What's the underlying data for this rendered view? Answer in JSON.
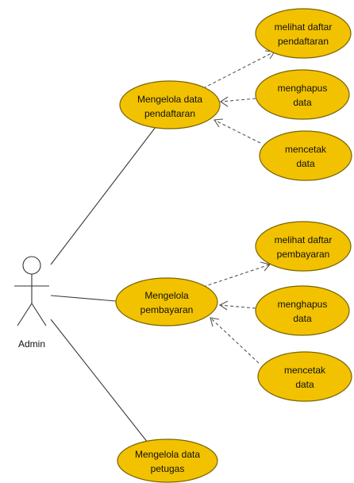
{
  "actor": {
    "name": "Admin"
  },
  "use_cases": {
    "kelola_pendaftaran": {
      "line1": "Mengelola data",
      "line2": "pendaftaran"
    },
    "lihat_pendaftaran": {
      "line1": "melihat daftar",
      "line2": "pendaftaran"
    },
    "hapus_pendaftaran": {
      "line1": "menghapus",
      "line2": "data"
    },
    "cetak_pendaftaran": {
      "line1": "mencetak",
      "line2": "data"
    },
    "kelola_pembayaran": {
      "line1": "Mengelola",
      "line2": "pembayaran"
    },
    "lihat_pembayaran": {
      "line1": "melihat daftar",
      "line2": "pembayaran"
    },
    "hapus_pembayaran": {
      "line1": "menghapus",
      "line2": "data"
    },
    "cetak_pembayaran": {
      "line1": "mencetak",
      "line2": "data"
    },
    "kelola_petugas": {
      "line1": "Mengelola data",
      "line2": "petugas"
    }
  },
  "colors": {
    "usecase_fill": "#f2c200",
    "usecase_stroke": "#7a6400"
  }
}
